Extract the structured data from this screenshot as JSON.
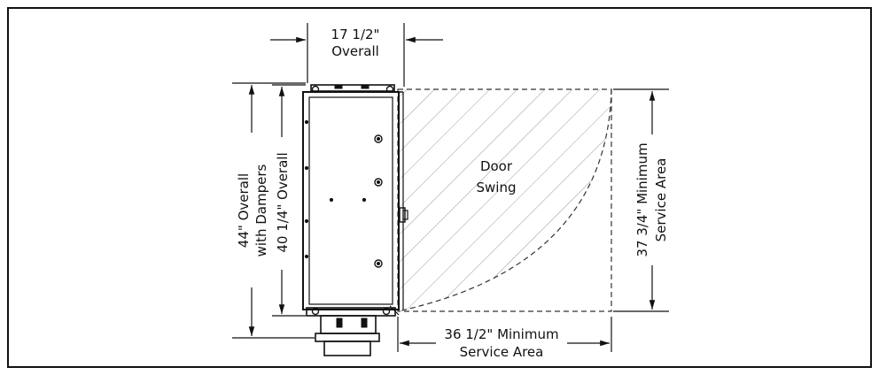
{
  "diagram": {
    "top_dim": {
      "line1": "17 1/2\"",
      "line2": "Overall"
    },
    "left_dim_outer": {
      "line1": "44\" Overall",
      "line2": "with Dampers"
    },
    "left_dim_inner": {
      "line1": "40 1/4\" Overall"
    },
    "door_swing": {
      "line1": "Door",
      "line2": "Swing"
    },
    "right_dim": {
      "line1": "37 3/4\" Minimum",
      "line2": "Service Area"
    },
    "bottom_dim": {
      "line1": "36 1/2\" Minimum",
      "line2": "Service Area"
    }
  }
}
